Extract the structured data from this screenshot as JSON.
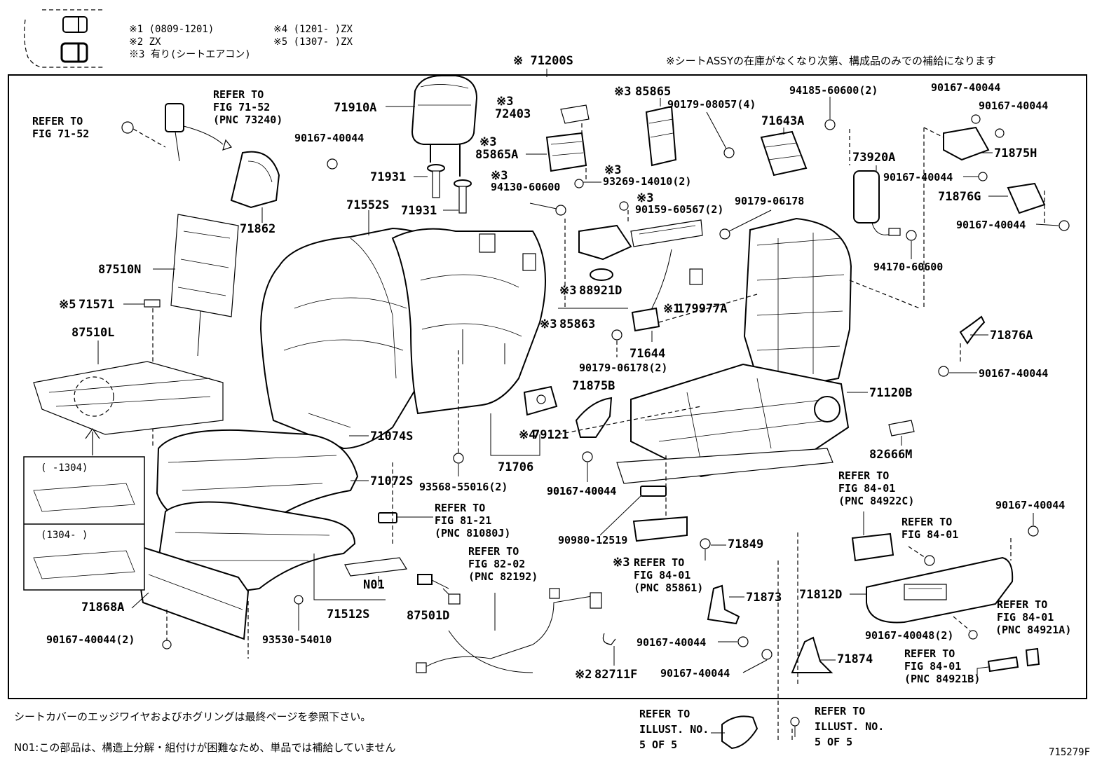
{
  "legend": {
    "l1": "※1 (0809-1201)",
    "l2": "※2 ZX",
    "l3": "※3 有り(シートエアコン)",
    "l4": "※4 (1201-     )ZX",
    "l5": "※5 (1307-     )ZX"
  },
  "top_note": "※シートASSYの在庫がなくなり次第、構成品のみでの補給になります",
  "assembly_label": "※ 71200S",
  "parts": {
    "p71910A": "71910A",
    "p72403": "72403",
    "p85865": "85865",
    "p90179_08057": "90179-08057(4)",
    "p94185": "94185-60600(2)",
    "p90167_a": "90167-40044",
    "p90167_b": "90167-40044",
    "p85865A": "85865A",
    "p71643A": "71643A",
    "p71875H": "71875H",
    "p73920A": "73920A",
    "p90167_c": "90167-40044",
    "p71931a": "71931",
    "p71931b": "71931",
    "p94130": "94130-60600",
    "p93269": "93269-14010(2)",
    "p71876G": "71876G",
    "p90159": "90159-60567(2)",
    "p90179_06178": "90179-06178",
    "p90167_d": "90167-40044",
    "p71552S": "71552S",
    "p71862": "71862",
    "p90167_e": "90167-40044",
    "p94170": "94170-60600",
    "p87510N": "87510N",
    "p88921D": "88921D",
    "p71571": "71571",
    "p179977A": "179977A",
    "p85863": "85863",
    "p87510L": "87510L",
    "p71644": "71644",
    "p71876A": "71876A",
    "p90179_06178_2": "90179-06178(2)",
    "p90167_f": "90167-40044",
    "p71875B": "71875B",
    "p71120B": "71120B",
    "p71074S": "71074S",
    "p79121": "79121",
    "p82666M": "82666M",
    "p71706": "71706",
    "p71072S": "71072S",
    "p90167_g": "90167-40044",
    "p93568": "93568-55016(2)",
    "p90167_h": "90167-40044",
    "p90980": "90980-12519",
    "p71849": "71849",
    "pN01": "N01",
    "p71873": "71873",
    "p71812D": "71812D",
    "p71868A": "71868A",
    "p71512S": "71512S",
    "p87501D": "87501D",
    "p90167_i": "90167-40044",
    "p90167_40048": "90167-40048(2)",
    "p90167_2": "90167-40044(2)",
    "p93530": "93530-54010",
    "p71874": "71874",
    "p90167_j": "90167-40044",
    "p82711F": "82711F"
  },
  "marks": {
    "m3": "※3",
    "m4": "※4",
    "m5": "※5",
    "m1": "※1",
    "m2": "※2"
  },
  "refs": {
    "r1": [
      "REFER TO",
      "FIG 71-52"
    ],
    "r2": [
      "REFER TO",
      "FIG 71-52",
      "(PNC 73240)"
    ],
    "r3": [
      "REFER TO",
      "FIG 81-21",
      "(PNC 81080J)"
    ],
    "r4": [
      "REFER TO",
      "FIG 82-02",
      "(PNC 82192)"
    ],
    "r5": [
      "REFER TO",
      "FIG 84-01",
      "(PNC 84922C)"
    ],
    "r6": [
      "REFER TO",
      "FIG 84-01"
    ],
    "r7": [
      "REFER TO",
      "FIG 84-01",
      "(PNC 85861)"
    ],
    "r8": [
      "REFER TO",
      "FIG 84-01",
      "(PNC 84921A)"
    ],
    "r9": [
      "REFER TO",
      "FIG 84-01",
      "(PNC 84921B)"
    ],
    "r10": [
      "REFER TO",
      "ILLUST. NO.",
      "5 OF 5"
    ],
    "r11": [
      "REFER TO",
      "ILLUST. NO.",
      "5 OF 5"
    ]
  },
  "inset": {
    "a": "(     -1304)",
    "b": "(1304-      )"
  },
  "footer": {
    "n1": "シートカバーのエッジワイヤおよびホグリングは最終ページを参照下さい。",
    "n2": "N01:この部品は、構造上分解・組付けが困難なため、単品では補給していません",
    "code": "715279F"
  }
}
